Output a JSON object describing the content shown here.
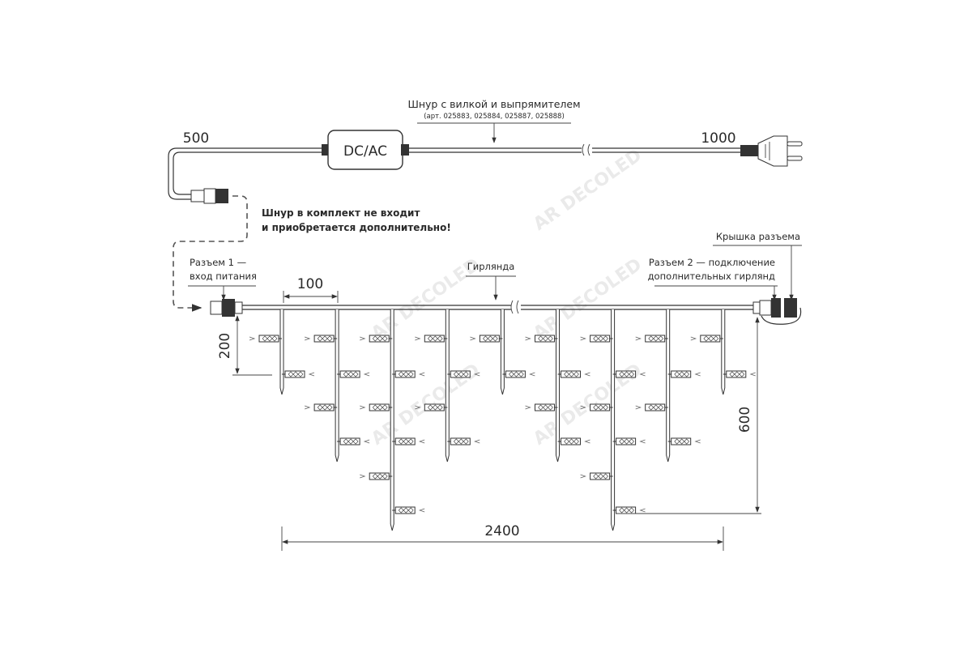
{
  "power_cord": {
    "title": "Шнур с вилкой и выпрямителем",
    "articles": "(арт. 025883, 025884, 025887, 025888)",
    "adapter_label": "DC/AC",
    "length_left": "500",
    "length_right": "1000"
  },
  "note": {
    "line1": "Шнур в комплект не входит",
    "line2": "и приобретается дополнительно!"
  },
  "connector1": {
    "line1": "Разъем 1 —",
    "line2": "вход питания"
  },
  "connector2": {
    "line1": "Разъем 2 — подключение",
    "line2": "дополнительных гирлянд"
  },
  "cap_label": "Крышка разъема",
  "garland_label": "Гирлянда",
  "dimensions": {
    "spacing": "100",
    "led_step": "200",
    "max_drop": "600",
    "total_length": "2400"
  },
  "drops_led_counts": [
    2,
    4,
    6,
    4,
    2,
    4,
    6,
    4,
    2
  ],
  "watermark": "AR DECOLED"
}
